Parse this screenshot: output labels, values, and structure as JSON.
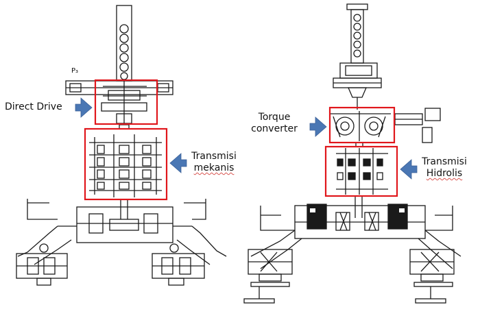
{
  "colors": {
    "ink": "#1a1a1a",
    "highlight_box": "#e0161b",
    "arrow": "#4a77b4",
    "spellcheck_underline": "#d9534f"
  },
  "left_diagram": {
    "label_direct_drive": "Direct Drive",
    "label_transmisi_mekanis_1": "Transmisi",
    "label_transmisi_mekanis_2": "mekanis",
    "sublabel": "P₃"
  },
  "right_diagram": {
    "label_torque_converter_1": "Torque",
    "label_torque_converter_2": "converter",
    "label_transmisi_hidrolis_1": "Transmisi",
    "label_transmisi_hidrolis_2": "Hidrolis"
  }
}
